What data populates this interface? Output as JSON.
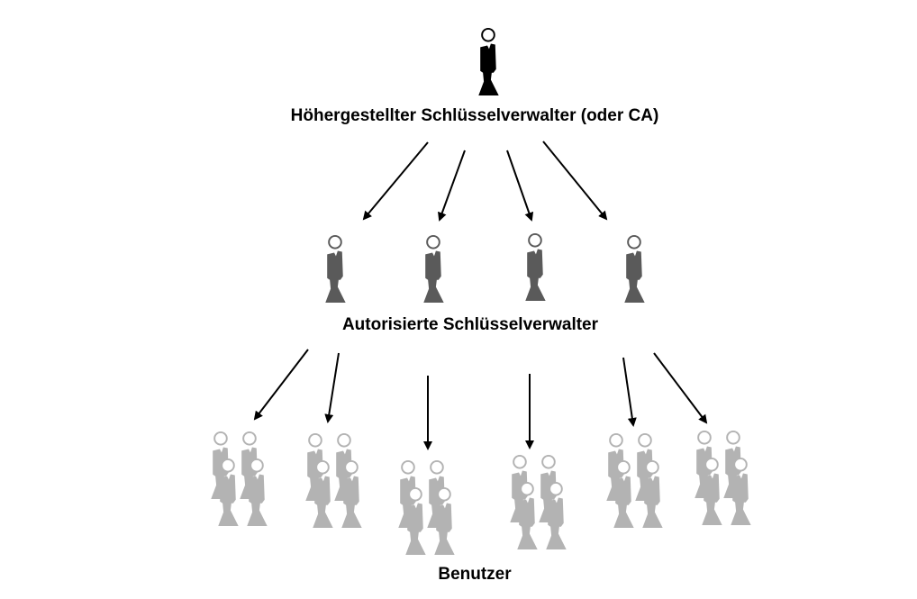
{
  "diagram": {
    "top_label": "Höhergestellter Schlüsselverwalter (oder CA)",
    "middle_label": "Autorisierte Schlüsselverwalter",
    "bottom_label": "Benutzer"
  },
  "colors": {
    "top_person": "#000000",
    "middle_person": "#5a5a5a",
    "user_person": "#b3b3b3"
  }
}
